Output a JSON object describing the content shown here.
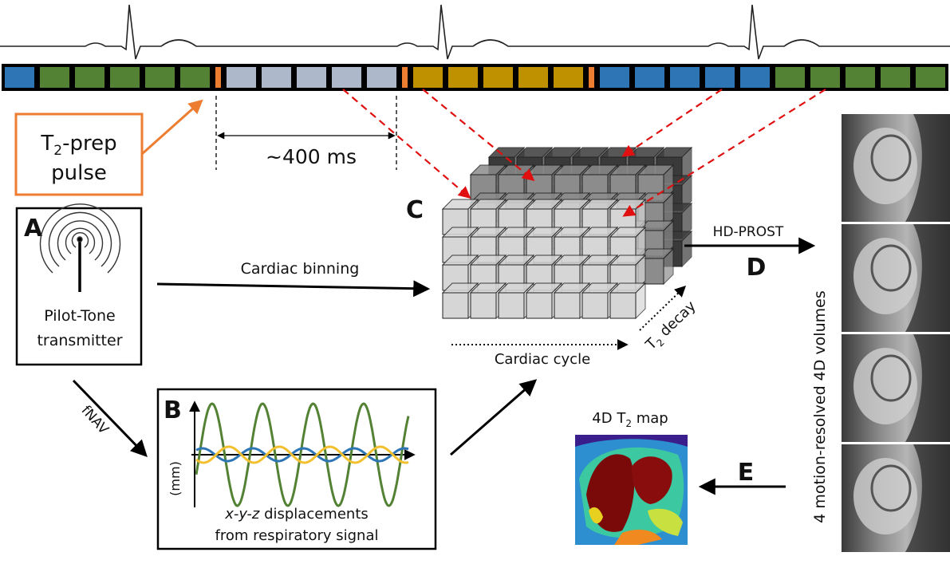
{
  "colors": {
    "blue": "#2e75b6",
    "green": "#548235",
    "lightgray": "#adb9ca",
    "gold": "#bf9000",
    "orange": "#ed7d31",
    "red_dash": "#e01010",
    "cube_front": "#d6d6d6",
    "cube_mid": "#8c8c8c",
    "cube_back": "#3a3a3a",
    "wave_green": "#548235",
    "wave_blue": "#2e75b6",
    "wave_yellow": "#f2c02e"
  },
  "ecg": {
    "beats": 3
  },
  "readout": {
    "segments": [
      "blue",
      "green",
      "green",
      "green",
      "green",
      "green",
      "orange",
      "lightgray",
      "lightgray",
      "lightgray",
      "lightgray",
      "lightgray",
      "orange",
      "gold",
      "gold",
      "gold",
      "gold",
      "gold",
      "orange",
      "blue",
      "blue",
      "blue",
      "blue",
      "blue",
      "green",
      "green",
      "green",
      "green",
      "green"
    ]
  },
  "t2prep": {
    "line1": "T",
    "sub": "2",
    "line2": "-prep",
    "line3": "pulse"
  },
  "timing": {
    "label": "~400 ms"
  },
  "panelA": {
    "letter": "A",
    "line1": "Pilot-Tone",
    "line2": "transmitter",
    "icon": "antenna-icon"
  },
  "binning": {
    "label": "Cardiac binning"
  },
  "fnav": {
    "label": "fNAV"
  },
  "panelB": {
    "letter": "B",
    "ylabel": "(mm)",
    "xyz": "x-y-z",
    "line1_rest": " displacements",
    "line2": "from respiratory signal"
  },
  "panelC": {
    "letter": "C",
    "cycle_label": "Cardiac cycle",
    "decay_T": "T",
    "decay_sub": "2",
    "decay_rest": " decay"
  },
  "panelD": {
    "letter": "D",
    "label": "HD-PROST"
  },
  "panelE": {
    "letter": "E"
  },
  "volumes": {
    "label": "4 motion-resolved 4D volumes",
    "count": 4
  },
  "t2map": {
    "pre": "4D T",
    "sub": "2",
    "post": " map"
  }
}
